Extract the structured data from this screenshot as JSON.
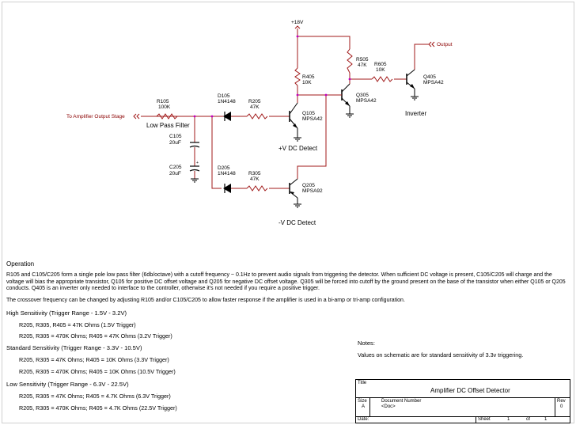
{
  "schematic": {
    "power": "+18V",
    "input_label": "To Amplifier Output Stage",
    "output_label": "Output",
    "sections": {
      "low_pass": "Low Pass Filter",
      "pos_detect": "+V DC Detect",
      "neg_detect": "-V DC Detect",
      "inverter": "Inverter"
    },
    "components": {
      "r105": {
        "ref": "R105",
        "value": "100K"
      },
      "c105": {
        "ref": "C105",
        "value": "20uF"
      },
      "c205": {
        "ref": "C205",
        "value": "20uF"
      },
      "d105": {
        "ref": "D105",
        "value": "1N4148"
      },
      "d205": {
        "ref": "D205",
        "value": "1N4148"
      },
      "r205": {
        "ref": "R205",
        "value": "47K"
      },
      "r305": {
        "ref": "R305",
        "value": "47K"
      },
      "r405": {
        "ref": "R405",
        "value": "10K"
      },
      "r505": {
        "ref": "R505",
        "value": "47K"
      },
      "r605": {
        "ref": "R605",
        "value": "10K"
      },
      "q105": {
        "ref": "Q105",
        "value": "MPSA42"
      },
      "q205": {
        "ref": "Q205",
        "value": "MPSA92"
      },
      "q305": {
        "ref": "Q305",
        "value": "MPSA42"
      },
      "q405": {
        "ref": "Q405",
        "value": "MPSA42"
      }
    }
  },
  "notes": {
    "heading": "Operation",
    "paragraph1": "R105 and C105/C205 form a single pole low pass filter (6db/octave) with a cutoff frequency ~ 0.1Hz to prevent audio signals from triggering the detector. When sufficient DC voltage is present, C105/C205 will charge and the voltage will bias the appropriate transistor, Q105 for positive DC offset voltage and Q205 for negative DC offset voltage. Q305 will be forced into cutoff by the ground present on the base of the transistor when either Q105 or Q205 conducts. Q405 is an inverter only needed to interface to the controller, otherwise it's not needed if you require a positive trigger.",
    "paragraph2": "The crossover frequency can be changed by adjusting R105 and/or C105/C205 to allow faster response if the amplifier is used in a bi-amp or tri-amp configuration.",
    "high": {
      "title": "High Sensitivity (Trigger Range - 1.5V - 3.2V)",
      "line1": "R205, R305, R405 = 47K Ohms (1.5V Trigger)",
      "line2": "R205, R305 = 470K Ohms; R405 = 47K Ohms (3.2V Trigger)"
    },
    "standard": {
      "title": "Standard Sensitivity (Trigger Range - 3.3V - 10.5V)",
      "line1": "R205, R305 = 47K Ohms; R405 = 10K Ohms (3.3V Trigger)",
      "line2": "R205, R305 = 470K Ohms; R405 = 10K Ohms (10.5V Trigger)"
    },
    "low": {
      "title": "Low Sensitivity (Trigger Range - 6.3V - 22.5V)",
      "line1": "R205, R305 = 47K Ohms; R405 = 4.7K Ohms (6.3V Trigger)",
      "line2": "R205, R305 = 470K Ohms; R405 = 4.7K Ohms (22.5V Trigger)"
    }
  },
  "side_notes": {
    "heading": "Notes:",
    "text": "Values on schematic are for standard sensitivity of 3.3v triggering."
  },
  "title_block": {
    "title_label": "Title",
    "title": "Amplifier DC Offset Detector",
    "size_label": "Size",
    "size": "A",
    "docnum_label": "Document Number",
    "docnum": "<Doc>",
    "rev_label": "Rev",
    "rev": "0",
    "date_label": "Date:",
    "sheet_label": "Sheet",
    "sheet": "1",
    "of_label": "of",
    "of": "1"
  }
}
